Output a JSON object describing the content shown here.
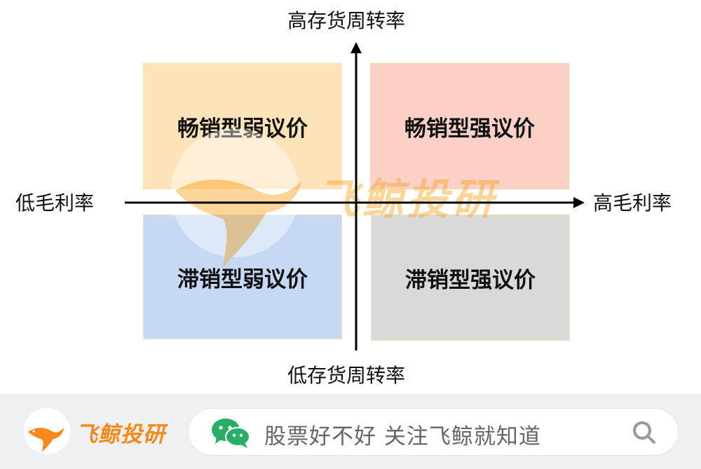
{
  "diagram": {
    "axis": {
      "top": "高存货周转率",
      "bottom": "低存货周转率",
      "left": "低毛利率",
      "right": "高毛利率"
    },
    "quadrants": {
      "top_left": "畅销型弱议价",
      "top_right": "畅销型强议价",
      "bottom_left": "滞销型弱议价",
      "bottom_right": "滞销型强议价"
    },
    "colors": {
      "top_left": "#fde3b9",
      "top_right": "#fad0c7",
      "bottom_left": "#c6d8f3",
      "bottom_right": "#d9d9d9",
      "watermark": "#f5a623"
    }
  },
  "watermark": {
    "text": "飞鲸投研"
  },
  "footer": {
    "brand_name": "飞鲸投研",
    "search_text": "股票好不好 关注飞鲸就知道",
    "icons": [
      "whale-logo-icon",
      "wechat-icon",
      "search-icon"
    ]
  }
}
